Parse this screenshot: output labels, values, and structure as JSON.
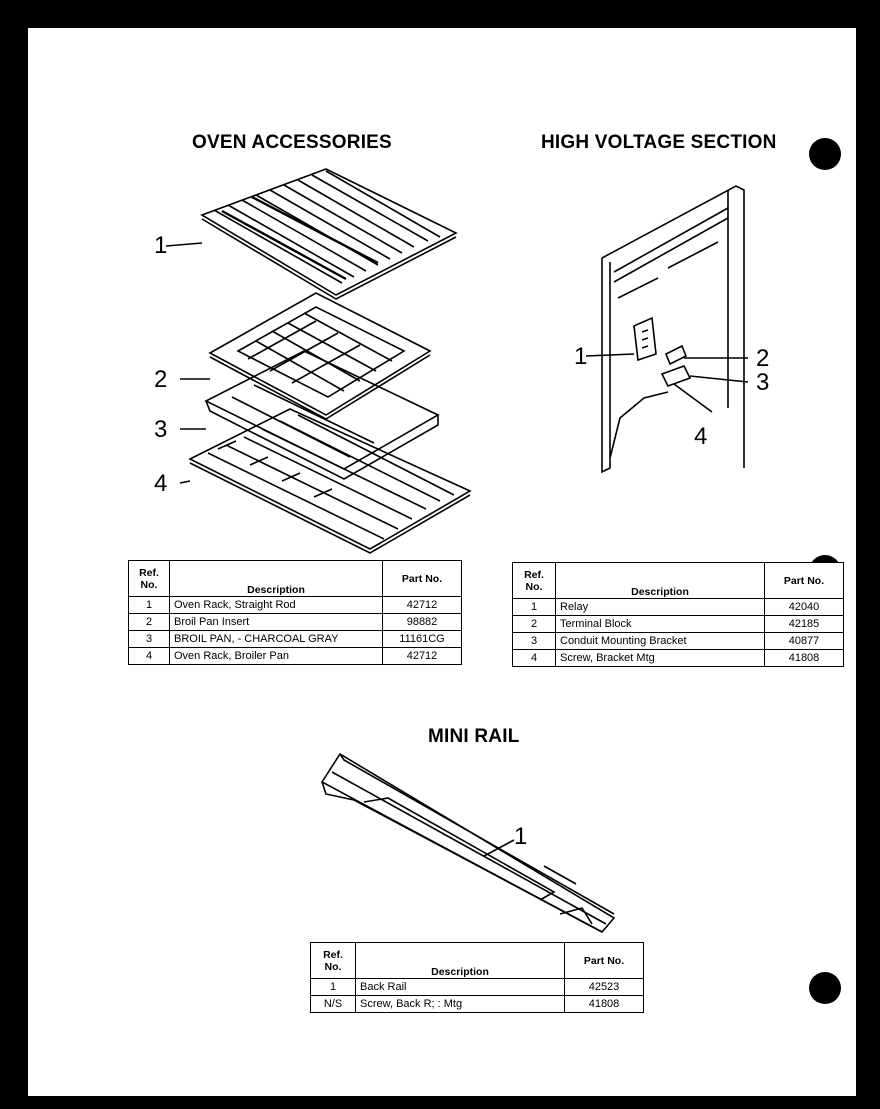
{
  "sections": {
    "oven_accessories": {
      "title": "OVEN ACCESSORIES",
      "callouts": [
        "1",
        "2",
        "3",
        "4"
      ],
      "table": {
        "headers": {
          "ref": "Ref. No.",
          "desc": "Description",
          "part": "Part No."
        },
        "rows": [
          {
            "ref": "1",
            "desc": "Oven Rack, Straight Rod",
            "part": "42712"
          },
          {
            "ref": "2",
            "desc": "Broil Pan Insert",
            "part": "98882"
          },
          {
            "ref": "3",
            "desc": "BROIL PAN, - CHARCOAL GRAY",
            "part": "11161CG"
          },
          {
            "ref": "4",
            "desc": "Oven Rack, Broiler Pan",
            "part": "42712"
          }
        ]
      }
    },
    "high_voltage": {
      "title": "HIGH VOLTAGE SECTION",
      "callouts": [
        "1",
        "2",
        "3",
        "4"
      ],
      "table": {
        "headers": {
          "ref": "Ref. No.",
          "desc": "Description",
          "part": "Part No."
        },
        "rows": [
          {
            "ref": "1",
            "desc": "Relay",
            "part": "42040"
          },
          {
            "ref": "2",
            "desc": "Terminal Block",
            "part": "42185"
          },
          {
            "ref": "3",
            "desc": "Conduit Mounting Bracket",
            "part": "40877"
          },
          {
            "ref": "4",
            "desc": "Screw, Bracket Mtg",
            "part": "41808"
          }
        ]
      }
    },
    "mini_rail": {
      "title": "MINI RAIL",
      "callouts": [
        "1"
      ],
      "table": {
        "headers": {
          "ref": "Ref. No.",
          "desc": "Description",
          "part": "Part No."
        },
        "rows": [
          {
            "ref": "1",
            "desc": "Back Rail",
            "part": "42523"
          },
          {
            "ref": "N/S",
            "desc": "Screw, Back R; : Mtg",
            "part": "41808"
          }
        ]
      }
    }
  },
  "colors": {
    "background": "#000000",
    "paper": "#ffffff",
    "ink": "#000000"
  }
}
